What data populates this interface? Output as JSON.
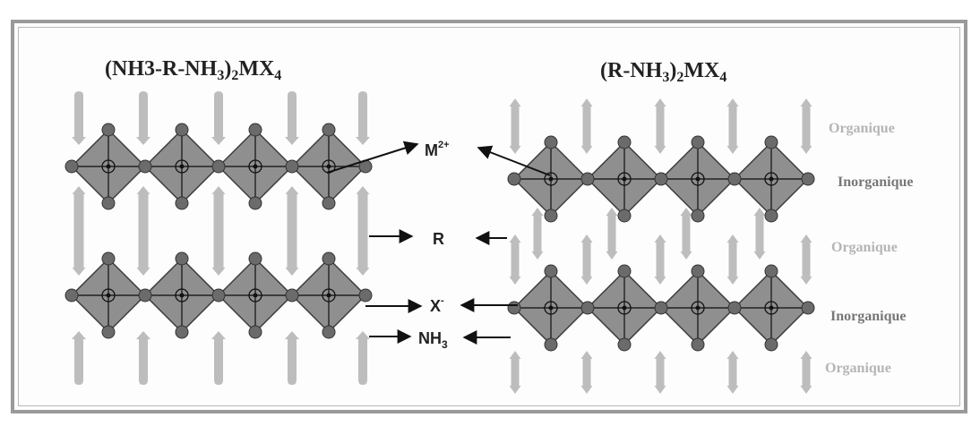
{
  "left_formula": {
    "a": "(NH3-R-NH",
    "b": "3",
    "c": ")",
    "d": "2",
    "e": "MX",
    "f": "4"
  },
  "right_formula": {
    "a": "(R-NH",
    "b": "3",
    "c": ")",
    "d": "2",
    "e": "MX",
    "f": "4"
  },
  "labels": {
    "metal": "M",
    "metal_sup": "2+",
    "organic_r": "R",
    "halide": "X",
    "halide_sup": "-",
    "ammonium": "NH",
    "ammonium_sub": "3"
  },
  "side_labels": [
    "Organique",
    "Inorganique",
    "Organique",
    "Inorganique",
    "Organique"
  ],
  "colors": {
    "octahedron": "#8f8f8f",
    "atom": "#6b6b6b",
    "organic_arrow": "#bdbdbd",
    "text_organic": "#b5b5b5",
    "text_inorganic": "#777777"
  }
}
